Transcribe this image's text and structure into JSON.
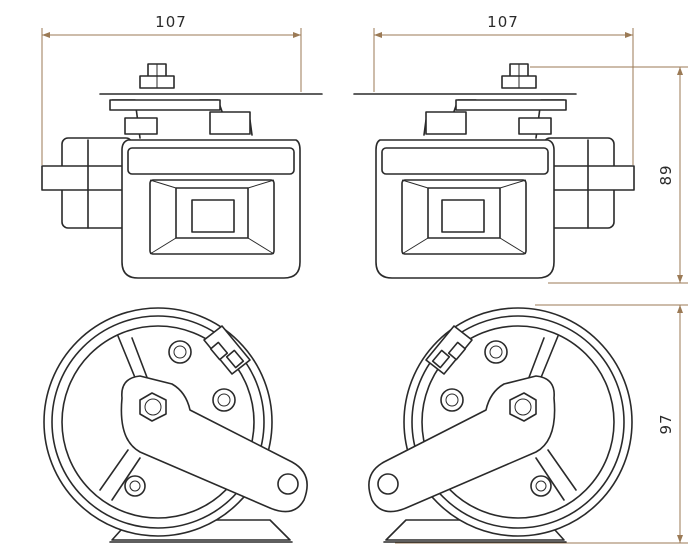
{
  "dimensions": {
    "top_left_width": "107",
    "top_right_width": "107",
    "side_height": "89",
    "bottom_height": "97"
  },
  "colors": {
    "line": "#2a2a2a",
    "dimension_line": "#9b7a55",
    "background": "#ffffff"
  }
}
